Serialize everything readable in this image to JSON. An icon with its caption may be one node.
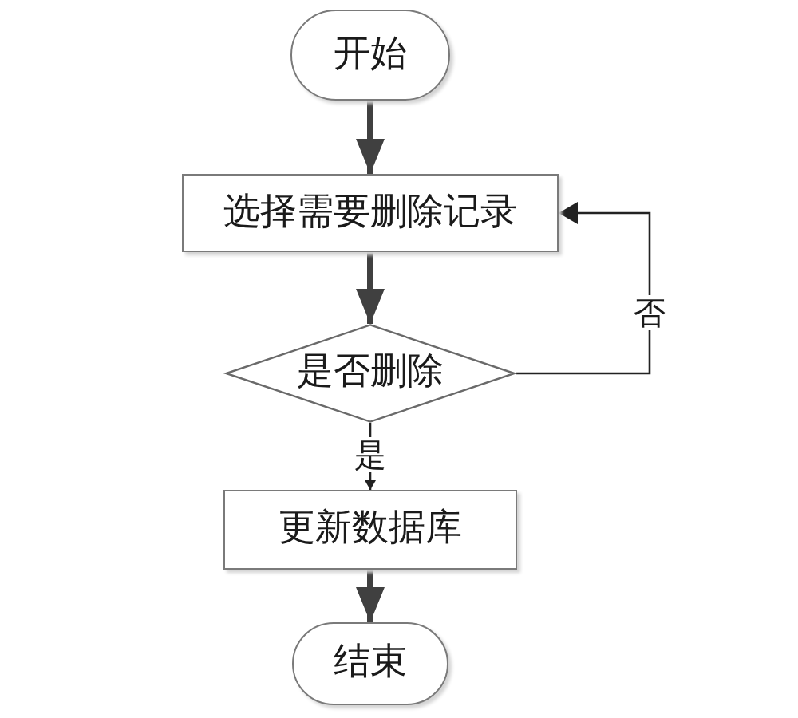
{
  "diagram": {
    "nodes": [
      {
        "text": [
          "开始"
        ]
      },
      {
        "text": [
          "选择需要删除记录"
        ]
      },
      {
        "text": [
          "是否删除"
        ]
      },
      {
        "text": [
          "更新数据库"
        ]
      },
      {
        "text": [
          "结束"
        ]
      }
    ],
    "edges": [
      {
        "from": 0,
        "to": 1,
        "arrow": "to"
      },
      {
        "from": 1,
        "to": 2,
        "arrow": "to"
      },
      {
        "from": 2,
        "to": 1,
        "arrow": "to",
        "label": "否"
      },
      {
        "from": 2,
        "to": 3,
        "arrow": "to",
        "label": "是"
      },
      {
        "from": 3,
        "to": 4,
        "arrow": "to"
      }
    ]
  }
}
